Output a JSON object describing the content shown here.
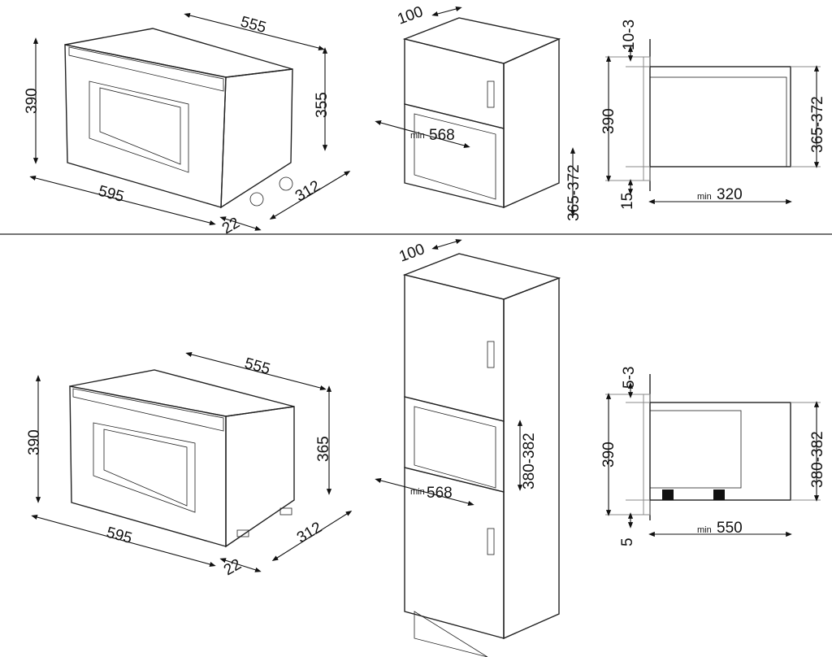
{
  "top": {
    "oven_view": {
      "width": "555",
      "height_left": "390",
      "height_right": "355",
      "front": "595",
      "depth": "312",
      "offset": "22"
    },
    "cabinet_view": {
      "top": "100",
      "min_label": "min",
      "width": "568",
      "niche": "365-372"
    },
    "section_view": {
      "gap_top": "10-3",
      "height": "390",
      "niche": "365-372",
      "gap_bottom": "15",
      "min_label": "min",
      "depth": "320"
    }
  },
  "bottom": {
    "oven_view": {
      "width": "555",
      "height_left": "390",
      "height_right": "365",
      "front": "595",
      "depth": "312",
      "offset": "22"
    },
    "cabinet_view": {
      "top": "100",
      "min_label": "min",
      "width": "568",
      "niche": "380-382"
    },
    "section_view": {
      "gap_top": "5-3",
      "height": "390",
      "niche": "380-382",
      "gap_bottom": "5",
      "min_label": "min",
      "depth": "550"
    }
  }
}
